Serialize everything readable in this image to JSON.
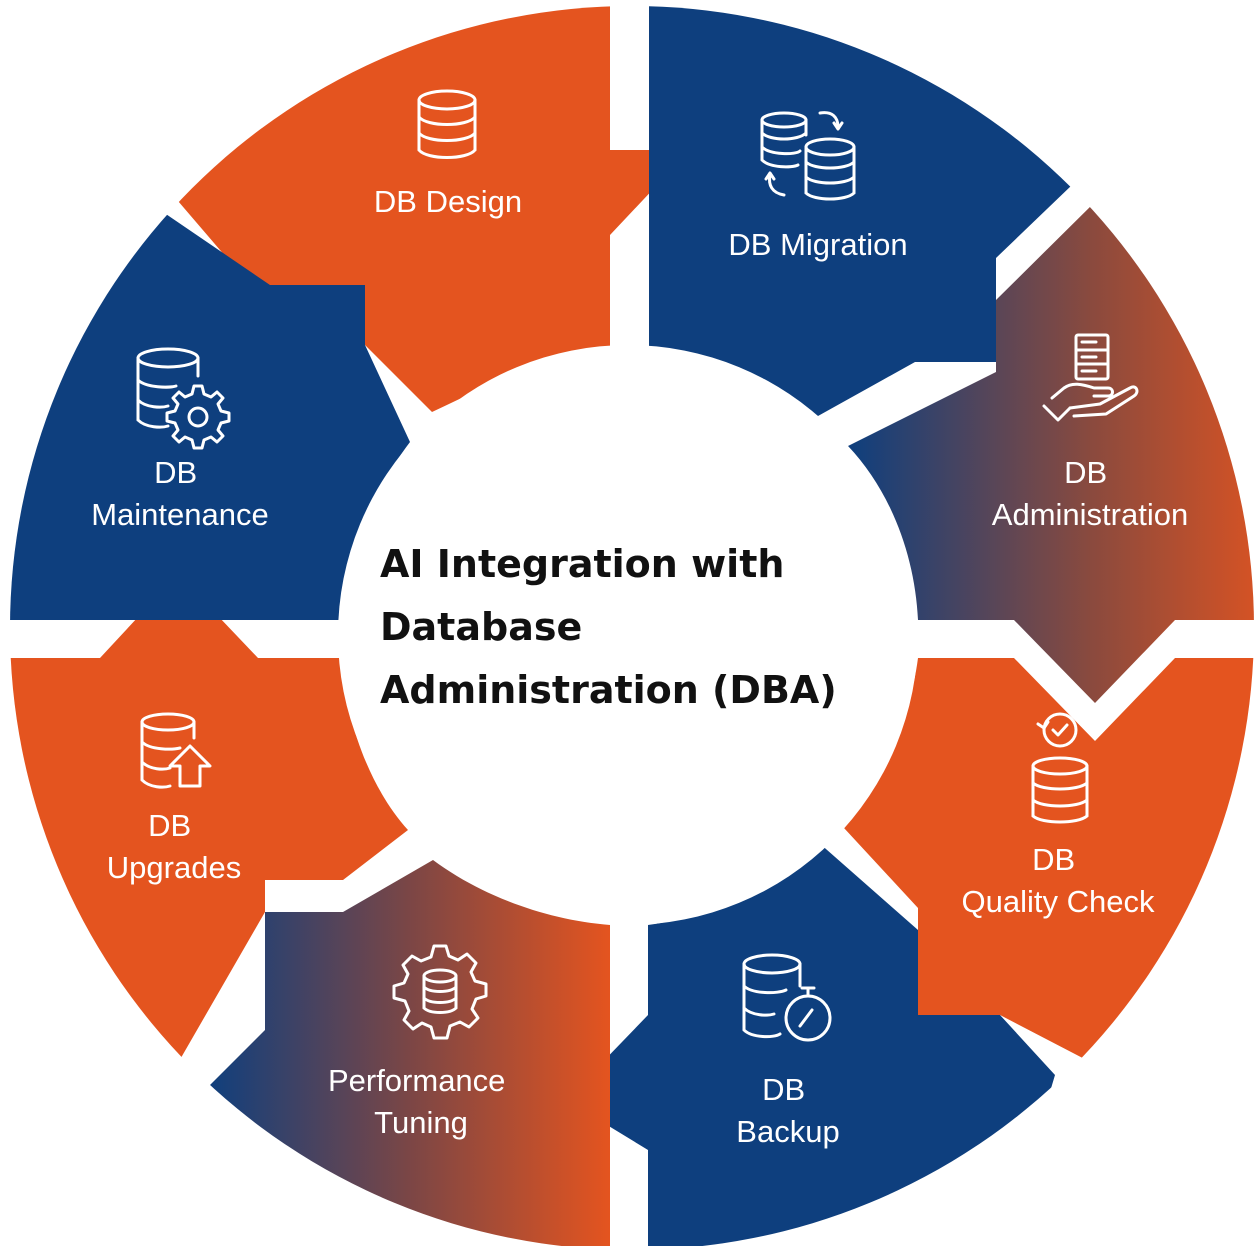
{
  "title": {
    "lines": [
      "AI Integration with",
      "Database",
      "Administration (DBA)"
    ]
  },
  "segments": [
    {
      "id": "design",
      "label_lines": [
        "DB Design"
      ],
      "icon": "database-icon",
      "color": "#E4541F"
    },
    {
      "id": "migration",
      "label_lines": [
        "DB Migration"
      ],
      "icon": "database-migration-icon",
      "color": "#0E3F7E"
    },
    {
      "id": "administration",
      "label_lines": [
        "DB",
        "Administration"
      ],
      "icon": "server-hand-icon",
      "color": "#0E3F7E",
      "color_end": "#E4541F"
    },
    {
      "id": "quality",
      "label_lines": [
        "DB",
        "Quality Check"
      ],
      "icon": "database-check-icon",
      "color": "#E4541F"
    },
    {
      "id": "backup",
      "label_lines": [
        "DB",
        "Backup"
      ],
      "icon": "database-timer-icon",
      "color": "#0E3F7E"
    },
    {
      "id": "performance",
      "label_lines": [
        "Performance",
        "Tuning"
      ],
      "icon": "database-gear-icon",
      "color": "#0E3F7E",
      "color_end": "#E4541F"
    },
    {
      "id": "upgrades",
      "label_lines": [
        "DB",
        "Upgrades"
      ],
      "icon": "database-upload-icon",
      "color": "#E4541F"
    },
    {
      "id": "maintenance",
      "label_lines": [
        "DB",
        "Maintenance"
      ],
      "icon": "database-settings-icon",
      "color": "#0E3F7E"
    }
  ]
}
